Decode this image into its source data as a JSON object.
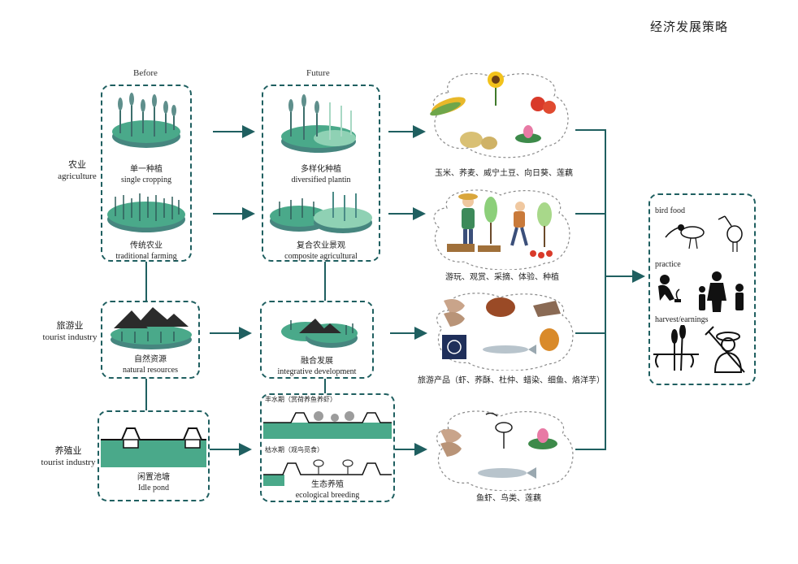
{
  "title": "经济发展策略",
  "columns": {
    "before": "Before",
    "future": "Future"
  },
  "rows": {
    "agriculture": {
      "cn": "农业",
      "en": "agriculture"
    },
    "tourism": {
      "cn": "旅游业",
      "en": "tourist industry"
    },
    "breeding": {
      "cn": "养殖业",
      "en": "tourist industry"
    }
  },
  "before": {
    "single_cropping": {
      "cn": "单一种植",
      "en": "single cropping"
    },
    "traditional_farming": {
      "cn": "传统农业",
      "en": "traditional farming"
    },
    "natural_resources": {
      "cn": "自然资源",
      "en": "natural resources"
    },
    "idle_pond": {
      "cn": "闲置池塘",
      "en": "Idle pond"
    }
  },
  "future": {
    "diversified": {
      "cn": "多样化种植",
      "en": "diversified plantin"
    },
    "composite": {
      "cn": "复合农业景观",
      "en": "composite agricultural"
    },
    "integrative": {
      "cn": "融合发展",
      "en": "integrative development"
    },
    "wet_season": "丰水期（赏荷养鱼养虾）",
    "dry_season": "枯水期（观鸟觅食）",
    "ecological": {
      "cn": "生态养殖",
      "en": "ecological breeding"
    }
  },
  "outputs": {
    "crops": "玉米、荞麦、威宁土豆、向日葵、莲藕",
    "activities": "游玩、观赏、采摘、体验、种植",
    "products": "旅游产品（虾、荞酥、杜仲、蜡染、细鱼、烙洋芋）",
    "breeding": "鱼虾、鸟类、莲藕"
  },
  "benefits": {
    "bird_food": "bird food",
    "practice": "practice",
    "harvest": "harvest/earnings"
  },
  "colors": {
    "accent": "#1f5f60",
    "green": "#4aa98a",
    "light_green": "#8fd1b4",
    "grass": "#5f8f8c"
  },
  "icons": {
    "crops": [
      "corn-icon",
      "sunflower-icon",
      "tomato-icon",
      "potato-icon",
      "lotus-icon"
    ],
    "activities": [
      "farmer-icon",
      "gardener-icon",
      "tree-icon",
      "vegetable-crate-icon"
    ],
    "products": [
      "shrimp-icon",
      "pastry-icon",
      "bark-icon",
      "batik-icon",
      "fish-icon",
      "fried-potato-icon"
    ],
    "breeding": [
      "shrimp-icon",
      "crane-icon",
      "lotus-icon",
      "fish-icon"
    ],
    "benefits": [
      "sandpiper-icon",
      "stork-icon",
      "child-planting-icon",
      "family-icon",
      "wheat-icon",
      "farmer-rake-icon"
    ]
  }
}
